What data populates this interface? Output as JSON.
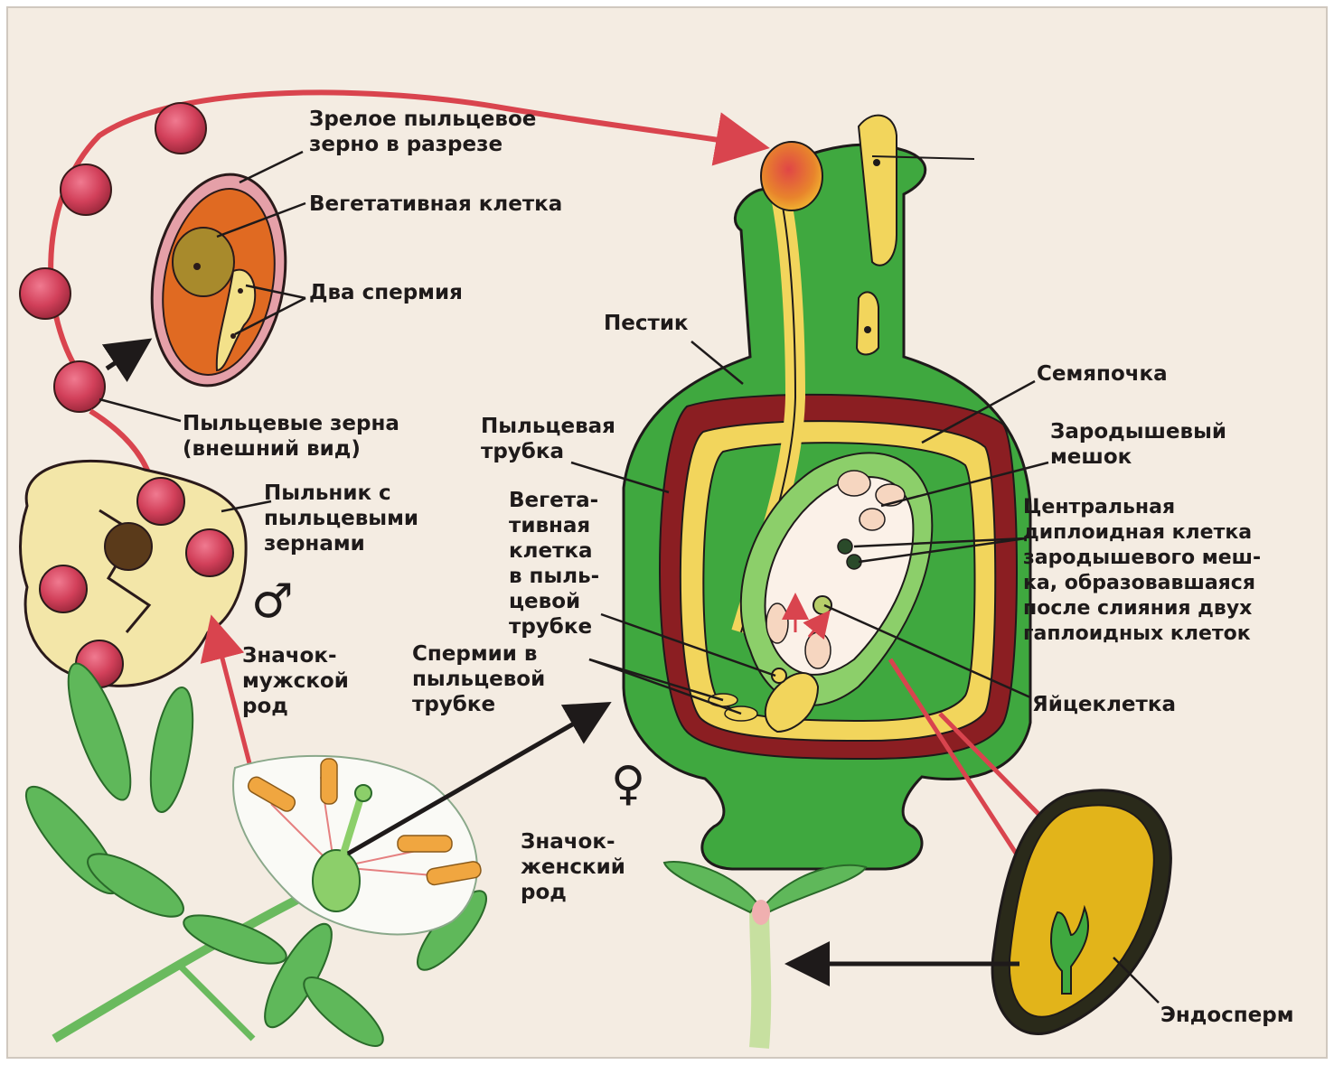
{
  "labels": {
    "mature_pollen_section": "Зрелое пыльцевое\nзерно в разрезе",
    "vegetative_cell": "Вегетативная клетка",
    "two_sperms": "Два спермия",
    "pollen_grains_external": "Пыльцевые зерна\n(внешний вид)",
    "anther": "Пыльник с\nпыльцевыми\nзернами",
    "male_sign": "Значок-\nмужской\nрод",
    "pistil": "Пестик",
    "pollen_tube": "Пыльцевая\nтрубка",
    "vegetative_cell_in_tube": "Вегета-\nтивная\nклетка\nв пыль-\nцевой\nтрубке",
    "sperms_in_tube": "Спермии в\nпыльцевой\nтрубке",
    "female_sign": "Значок-\nженский\nрод",
    "ovule": "Семяпочка",
    "embryo_sac": "Зародышевый\nмешок",
    "central_cell": "Центральная\nдиплоидная клетка\nзародышевого меш-\nка, образовавшаяся\nпосле слияния двух\nгаплоидных клеток",
    "egg_cell": "Яйцеклетка",
    "endosperm": "Эндосперм"
  },
  "symbols": {
    "male": "♂",
    "female": "♀"
  },
  "colors": {
    "background": "#f4ece2",
    "pollen": "#c9344f",
    "pistil_green": "#3fa83f",
    "pistil_yellow": "#f2d55c",
    "ovary_wall": "#8b1e22",
    "arrow_red": "#d9444e",
    "arrow_black": "#1e1a1a",
    "leaf_green": "#5fb85a"
  }
}
